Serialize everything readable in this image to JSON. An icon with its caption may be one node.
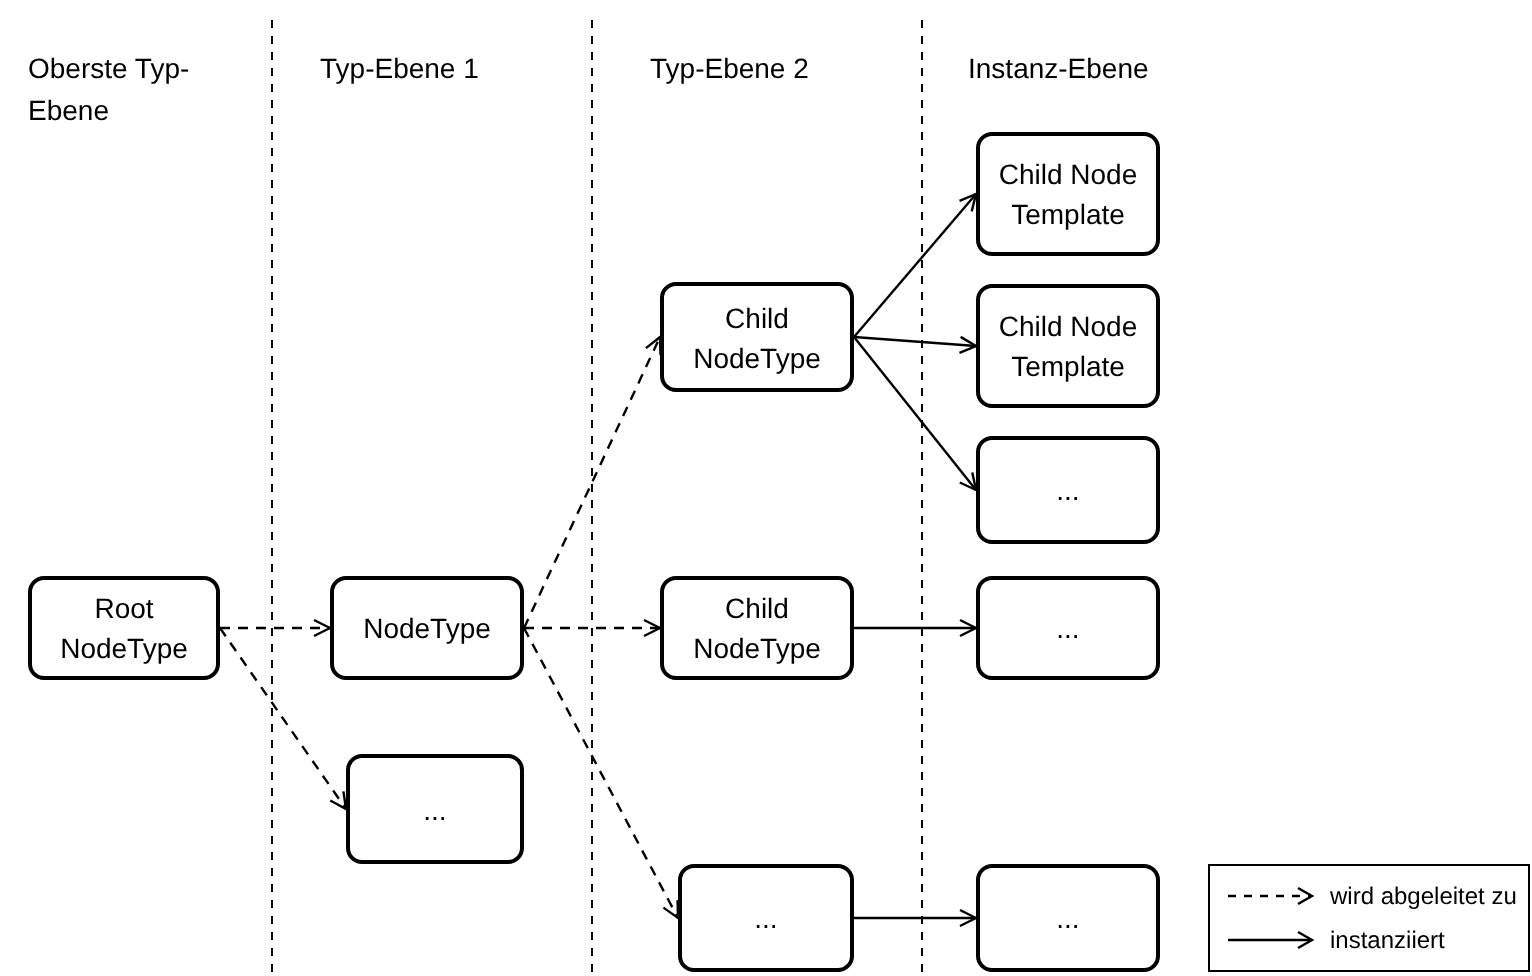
{
  "diagram": {
    "nodes": [
      {
        "text": [
          "Root NodeType"
        ]
      },
      {
        "text": [
          "NodeType"
        ]
      },
      {
        "text": [
          "..."
        ]
      },
      {
        "text": [
          "Child NodeType"
        ]
      },
      {
        "text": [
          "Child NodeType"
        ]
      },
      {
        "text": [
          "..."
        ]
      },
      {
        "text": [
          "Child Node Template"
        ]
      },
      {
        "text": [
          "Child Node Template"
        ]
      },
      {
        "text": [
          "..."
        ]
      },
      {
        "text": [
          "..."
        ]
      },
      {
        "text": [
          "..."
        ]
      }
    ],
    "edges": [
      {
        "from": 0,
        "to": 1,
        "arrow": "to",
        "style": "dashed"
      },
      {
        "from": 0,
        "to": 2,
        "arrow": "to",
        "style": "dashed"
      },
      {
        "from": 1,
        "to": 3,
        "arrow": "to",
        "style": "dashed"
      },
      {
        "from": 1,
        "to": 4,
        "arrow": "to",
        "style": "dashed"
      },
      {
        "from": 1,
        "to": 5,
        "arrow": "to",
        "style": "dashed"
      },
      {
        "from": 3,
        "to": 6,
        "arrow": "to"
      },
      {
        "from": 3,
        "to": 7,
        "arrow": "to"
      },
      {
        "from": 3,
        "to": 8,
        "arrow": "to"
      },
      {
        "from": 4,
        "to": 9,
        "arrow": "to"
      },
      {
        "from": 5,
        "to": 10,
        "arrow": "to"
      }
    ],
    "labels": [
      "Oberste Typ-Ebene",
      "Typ-Ebene 1",
      "Typ-Ebene 2",
      "Instanz-Ebene"
    ],
    "legend": [
      {
        "text": "wird abgeleitet zu"
      },
      {
        "text": "instanziiert"
      }
    ]
  }
}
